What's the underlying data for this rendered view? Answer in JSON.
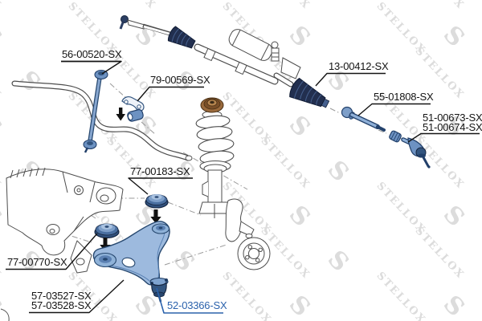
{
  "watermark": {
    "text": "STELLOX",
    "logo": "S"
  },
  "colors": {
    "highlight_blue": "#2b62ac",
    "part_blue_light": "#9dbade",
    "part_blue_mid": "#6d92c2",
    "part_navy_dark": "#33557f",
    "boot_dark_navy": "#222f4f",
    "strut_mount_brown": "#9a6a3c",
    "outline_gray": "#4d4d4d",
    "watermark_gray": "#dcdcdc",
    "label_black": "#141414"
  },
  "labels": {
    "stabilizer_link": "56-00520-SX",
    "stabilizer_bushing_kit": "79-00569-SX",
    "steering_rack_boot": "13-00412-SX",
    "inner_tie_rod": "55-01808-SX",
    "tie_rod_end_a": "51-00673-SX",
    "tie_rod_end_b": "51-00674-SX",
    "arm_bushing_front": "77-00183-SX",
    "arm_bushing_rear": "77-00770-SX",
    "control_arm_a": "57-03527-SX",
    "control_arm_b": "57-03528-SX",
    "ball_joint": "52-03366-SX"
  }
}
